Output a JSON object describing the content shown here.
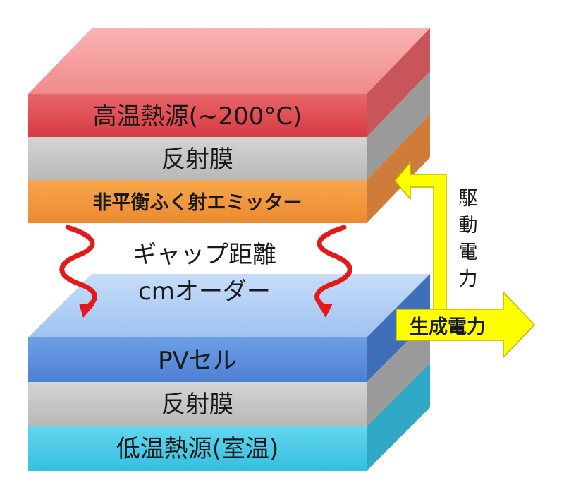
{
  "layers": {
    "hot_source": "高温熱源(~200°C)",
    "reflector_top": "反射膜",
    "emitter": "非平衡ふく射エミッター",
    "pv_cell": "PVセル",
    "reflector_bottom": "反射膜",
    "cold_source": "低温熱源(室温)"
  },
  "gap": {
    "label": "ギャップ距離",
    "order": "cmオーダー"
  },
  "power": {
    "drive_chars": [
      "駆",
      "動",
      "電",
      "力"
    ],
    "generated": "生成電力"
  },
  "colors": {
    "hot_front": "#e04850",
    "reflector_front": "#c6c6c6",
    "emitter_front": "#f0943a",
    "pv_front": "#5b8fdc",
    "cold_front": "#4ccbe6",
    "heat_wave": "#e41a1a",
    "power_arrow": "#ffff00"
  }
}
